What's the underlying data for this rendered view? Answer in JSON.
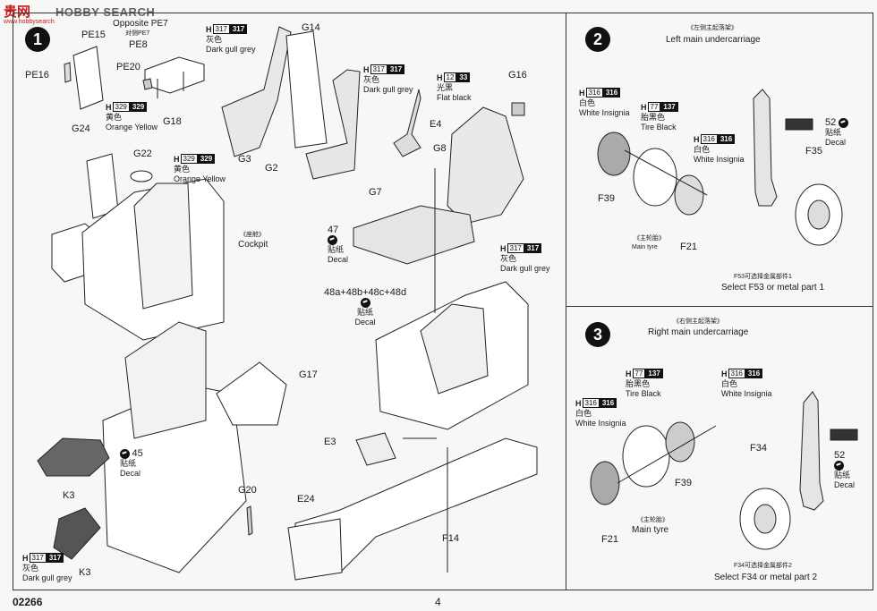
{
  "watermark": {
    "cn": "贵网",
    "brand": "HOBBY SEARCH",
    "url": "www.hobbysearch"
  },
  "step1": {
    "number": "1",
    "pe15": "PE15",
    "pe16": "PE16",
    "pe20": "PE20",
    "pe8": "PE8",
    "opposite_en": "Opposite PE7",
    "opposite_cn": "对侧PE7",
    "g24": "G24",
    "g18": "G18",
    "g22": "G22",
    "g14": "G14",
    "g3": "G3",
    "g2": "G2",
    "e4": "E4",
    "g16": "G16",
    "g8": "G8",
    "g7": "G7",
    "g17": "G17",
    "g20": "G20",
    "e3": "E3",
    "e24": "E24",
    "f14": "F14",
    "k3a": "K3",
    "k3b": "K3",
    "paint_329_a": {
      "h": "H",
      "code": "329",
      "dark": "329",
      "cn": "黄色",
      "en": "Orange Yellow"
    },
    "paint_329_b": {
      "h": "H",
      "code": "329",
      "dark": "329",
      "cn": "黄色",
      "en": "Orange Yellow"
    },
    "paint_317_a": {
      "h": "H",
      "code": "317",
      "dark": "317",
      "cn": "灰色",
      "en": "Dark gull grey"
    },
    "paint_317_b": {
      "h": "H",
      "code": "317",
      "dark": "317",
      "cn": "灰色",
      "en": "Dark gull grey"
    },
    "paint_317_c": {
      "h": "H",
      "code": "317",
      "dark": "317",
      "cn": "灰色",
      "en": "Dark gull grey"
    },
    "paint_317_d": {
      "h": "H",
      "code": "317",
      "dark": "317",
      "cn": "灰色",
      "en": "Dark gull grey"
    },
    "paint_33": {
      "h": "H",
      "code": "12",
      "dark": "33",
      "cn": "光黑",
      "en": "Flat black"
    },
    "cockpit_cn": "《座舱》",
    "cockpit_en": "Cockpit",
    "decal_47": {
      "num": "47",
      "cn": "贴纸",
      "en": "Decal"
    },
    "decal_48": {
      "num": "48a+48b+48c+48d",
      "cn": "贴纸",
      "en": "Decal"
    },
    "decal_45": {
      "num": "45",
      "cn": "贴纸",
      "en": "Decal"
    }
  },
  "step2": {
    "number": "2",
    "title_cn": "《左侧主起落架》",
    "title_en": "Left main undercarriage",
    "paint_316": {
      "h": "H",
      "code": "316",
      "dark": "316",
      "cn": "白色",
      "en": "White Insignia"
    },
    "paint_316b": {
      "h": "H",
      "code": "316",
      "dark": "316",
      "cn": "白色",
      "en": "White Insignia"
    },
    "paint_137": {
      "h": "H",
      "code": "77",
      "dark": "137",
      "cn": "胎黑色",
      "en": "Tire Black"
    },
    "f39": "F39",
    "f21": "F21",
    "f35": "F35",
    "decal_52": {
      "num": "52",
      "cn": "贴纸",
      "en": "Decal"
    },
    "tyre_cn": "《主轮胎》",
    "tyre_en": "Main tyre",
    "note_cn": "F53可选择金属部件1",
    "note_en": "Select F53 or metal part 1"
  },
  "step3": {
    "number": "3",
    "title_cn": "《右侧主起落架》",
    "title_en": "Right main undercarriage",
    "paint_316": {
      "h": "H",
      "code": "316",
      "dark": "316",
      "cn": "白色",
      "en": "White Insignia"
    },
    "paint_316b": {
      "h": "H",
      "code": "316",
      "dark": "316",
      "cn": "白色",
      "en": "White Insignia"
    },
    "paint_137": {
      "h": "H",
      "code": "77",
      "dark": "137",
      "cn": "胎黑色",
      "en": "Tire Black"
    },
    "f34": "F34",
    "f39": "F39",
    "f21": "F21",
    "decal_52": {
      "num": "52",
      "cn": "贴纸",
      "en": "Decal"
    },
    "tyre_cn": "《主轮胎》",
    "tyre_en": "Main tyre",
    "note_cn": "F34可选择金属部件2",
    "note_en": "Select F34 or metal part 2"
  },
  "footer": {
    "code": "02266",
    "page": "4"
  }
}
